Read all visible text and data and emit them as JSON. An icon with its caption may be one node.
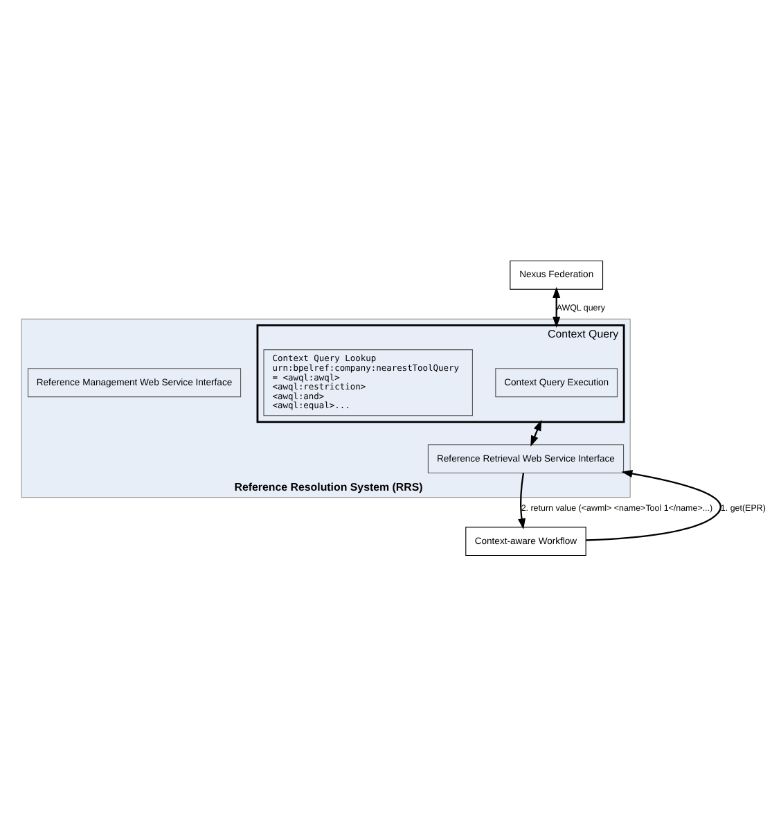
{
  "diagram": {
    "nodes": [
      {
        "text": [
          "Nexus Federation"
        ]
      },
      {
        "text": [
          "Reference Resolution System (RRS)"
        ]
      },
      {
        "text": [
          "Context Query"
        ],
        "in": 1
      },
      {
        "text": [
          "Context Query Execution"
        ],
        "in": 2
      },
      {
        "text": [
          "Context Query Lookup",
          "urn:bpelref:company:nearestToolQuery",
          "= <awql:awql>",
          "<awql:restriction>",
          "<awql:and>",
          "<awql:equal>..."
        ],
        "in": 2
      },
      {
        "text": [
          "Reference Retrieval Web Service Interface"
        ],
        "in": 1
      },
      {
        "text": [
          "Reference Management Web Service Interface"
        ],
        "in": 1
      },
      {
        "text": [
          "Context-aware Workflow"
        ]
      }
    ],
    "edges": [
      {
        "from": 0,
        "to": 2,
        "arrow": "both",
        "label": "AWQL query"
      },
      {
        "from": 2,
        "to": 5,
        "arrow": "both"
      },
      {
        "from": 7,
        "to": 5,
        "arrow": "to",
        "label": "1. get(EPR)"
      },
      {
        "from": 5,
        "to": 7,
        "arrow": "to",
        "label": "2. return value (<awml> <name>Tool 1</name>...)"
      }
    ]
  }
}
